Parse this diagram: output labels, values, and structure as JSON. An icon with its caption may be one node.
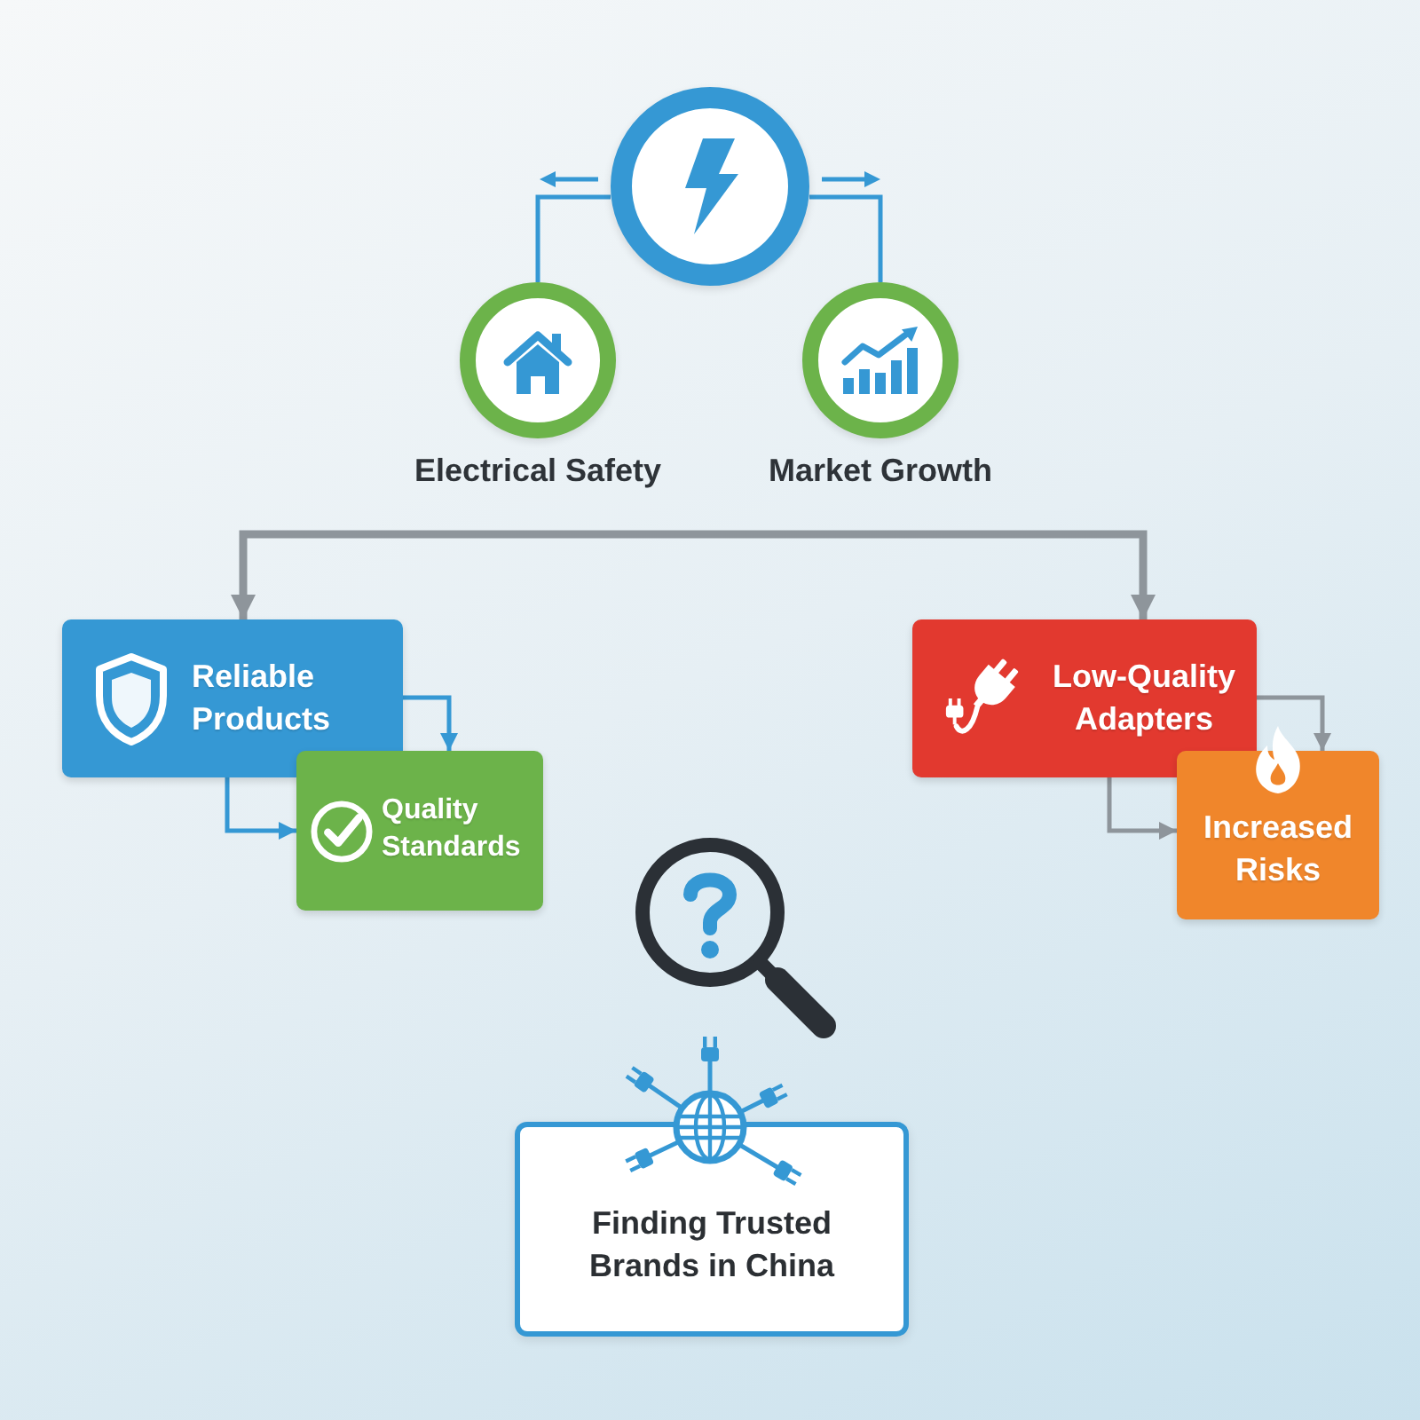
{
  "diagram": {
    "nodes": [
      {
        "text": [],
        "shape": "circle"
      },
      {
        "text": [
          "Electrical Safety"
        ]
      },
      {
        "text": [
          "Market Growth"
        ]
      },
      {
        "text": [
          "Reliable Products"
        ]
      },
      {
        "text": [
          "Quality Standards"
        ]
      },
      {
        "text": [
          "Low-Quality Adapters"
        ]
      },
      {
        "text": [
          "Increased Risks"
        ]
      },
      {
        "text": [
          "Finding Trusted Brands in China"
        ]
      }
    ],
    "edges": [
      {
        "from": 0,
        "to": 1,
        "arrow": "none"
      },
      {
        "from": 0,
        "to": 2,
        "arrow": "none"
      },
      {
        "from": 3,
        "to": 5,
        "arrow": "both",
        "style": "thick",
        "color": "#8e959b"
      },
      {
        "from": 3,
        "to": 4,
        "arrow": "to"
      },
      {
        "from": 3,
        "to": 4,
        "arrow": "to"
      },
      {
        "from": 5,
        "to": 6,
        "arrow": "to",
        "color": "#8e959b"
      },
      {
        "from": 5,
        "to": 6,
        "arrow": "to",
        "color": "#8e959b"
      }
    ]
  }
}
